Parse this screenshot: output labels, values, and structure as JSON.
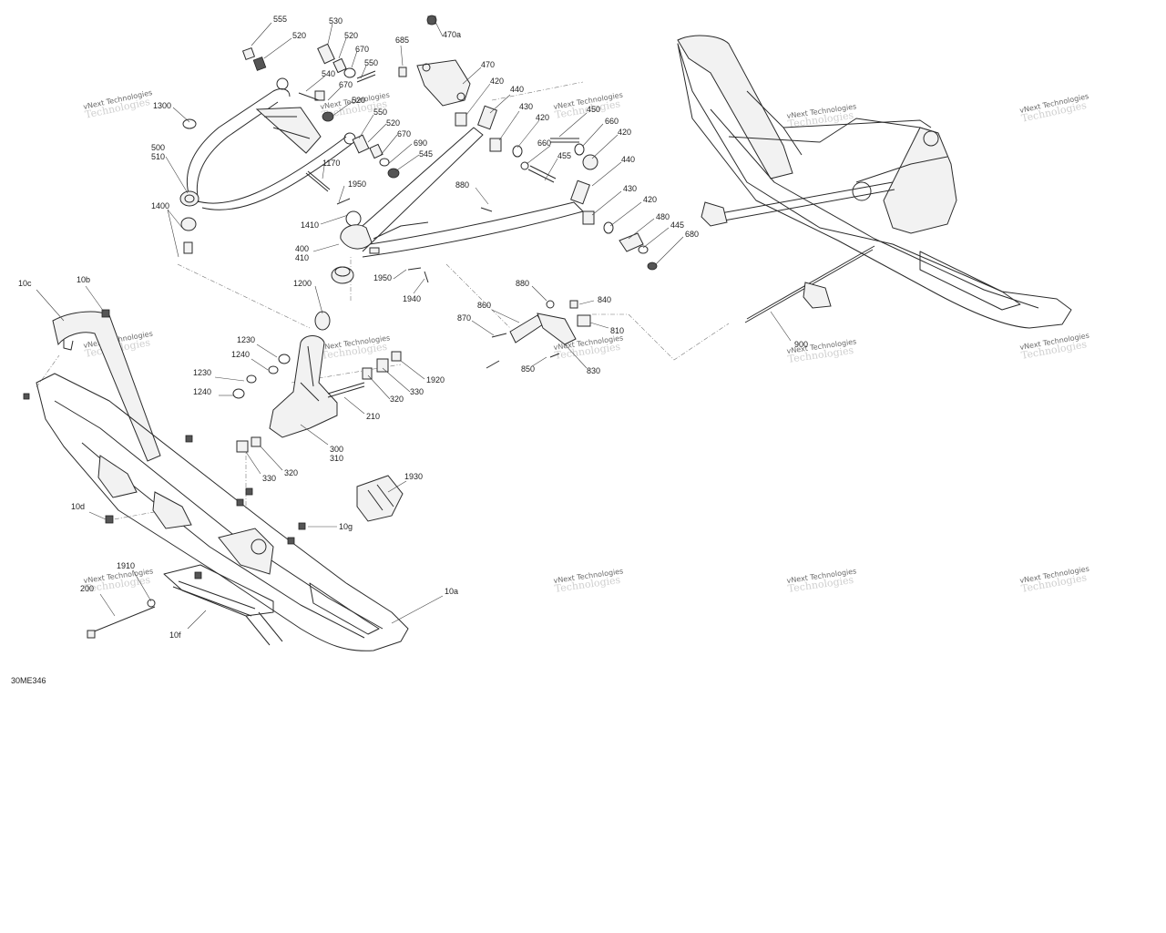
{
  "diagram_code": "30ME346",
  "watermark": {
    "line1": "vNext Technologies",
    "line2": "Technologies"
  },
  "labels": [
    "555",
    "520",
    "530",
    "520",
    "670",
    "550",
    "540",
    "670",
    "520",
    "550",
    "520",
    "670",
    "690",
    "545",
    "1300",
    "500",
    "510",
    "1170",
    "1950",
    "1410",
    "1400",
    "685",
    "470a",
    "470",
    "420",
    "440",
    "430",
    "420",
    "450",
    "660",
    "420",
    "660",
    "455",
    "440",
    "880",
    "430",
    "420",
    "480",
    "445",
    "680",
    "400",
    "410",
    "1950",
    "1940",
    "1200",
    "880",
    "840",
    "860",
    "870",
    "810",
    "850",
    "830",
    "1230",
    "1240",
    "1230",
    "1240",
    "1920",
    "330",
    "320",
    "210",
    "300",
    "310",
    "330",
    "320",
    "1930",
    "10c",
    "10b",
    "10d",
    "10g",
    "1910",
    "200",
    "10f",
    "10a",
    "900"
  ]
}
